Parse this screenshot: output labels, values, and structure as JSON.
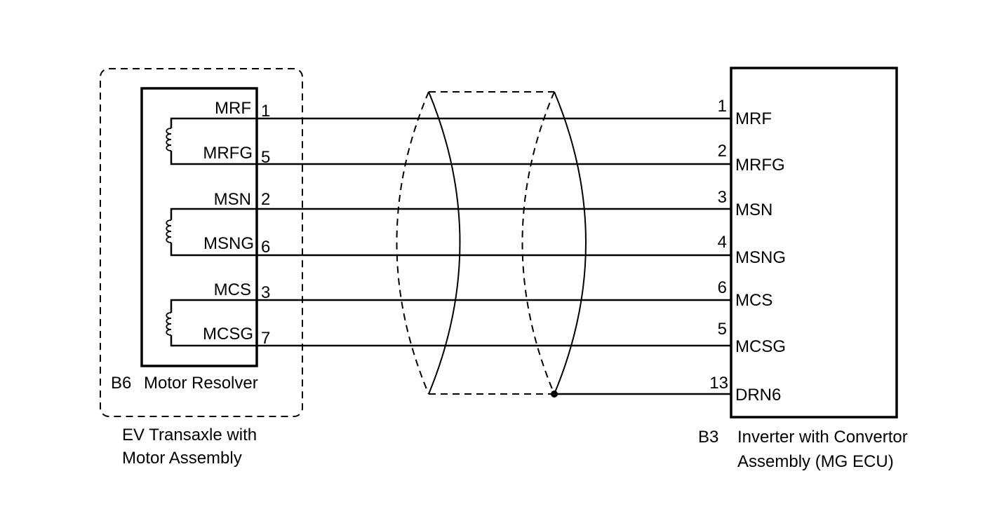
{
  "colors": {
    "line": "#000000",
    "background": "#ffffff"
  },
  "left_component": {
    "code": "B6",
    "name": "Motor Resolver",
    "enclosure_label_line1": "EV Transaxle with",
    "enclosure_label_line2": "Motor Assembly",
    "coils": [
      {
        "icon": "coil-icon",
        "signals": [
          "MRF",
          "MRFG"
        ]
      },
      {
        "icon": "coil-icon",
        "signals": [
          "MSN",
          "MSNG"
        ]
      },
      {
        "icon": "coil-icon",
        "signals": [
          "MCS",
          "MCSG"
        ]
      }
    ]
  },
  "right_component": {
    "code": "B3",
    "name_line1": "Inverter with Convertor",
    "name_line2": "Assembly (MG ECU)"
  },
  "connections": [
    {
      "left_signal": "MRF",
      "left_pin": "1",
      "right_pin": "1",
      "right_signal": "MRF"
    },
    {
      "left_signal": "MRFG",
      "left_pin": "5",
      "right_pin": "2",
      "right_signal": "MRFG"
    },
    {
      "left_signal": "MSN",
      "left_pin": "2",
      "right_pin": "3",
      "right_signal": "MSN"
    },
    {
      "left_signal": "MSNG",
      "left_pin": "6",
      "right_pin": "4",
      "right_signal": "MSNG"
    },
    {
      "left_signal": "MCS",
      "left_pin": "3",
      "right_pin": "6",
      "right_signal": "MCS"
    },
    {
      "left_signal": "MCSG",
      "left_pin": "7",
      "right_pin": "5",
      "right_signal": "MCSG"
    }
  ],
  "drain": {
    "right_pin": "13",
    "right_signal": "DRN6",
    "icon": "splice-dot-icon"
  }
}
